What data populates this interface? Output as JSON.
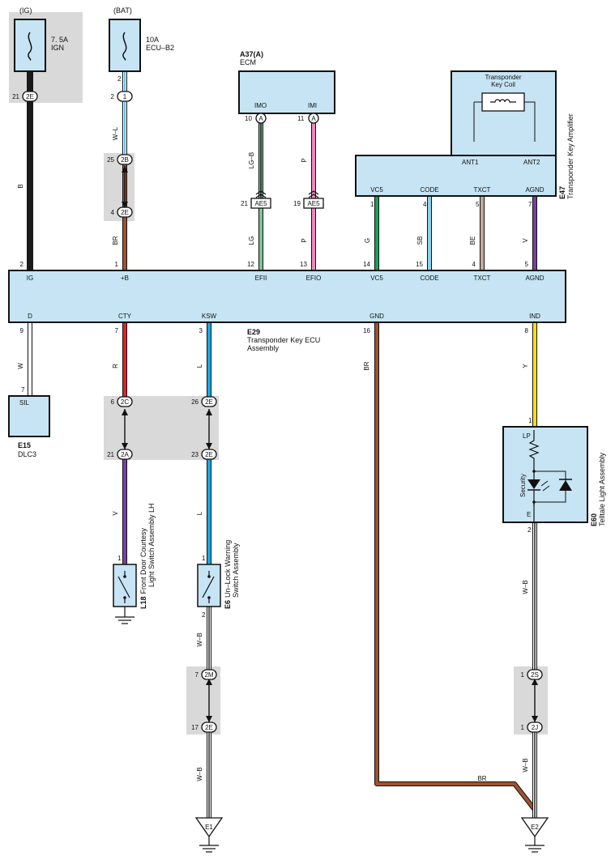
{
  "sources": {
    "ig": {
      "label": "(IG)",
      "fuse": "7. 5A",
      "name": "IGN"
    },
    "bat": {
      "label": "(BAT)",
      "fuse": "10A",
      "name": "ECU–B2"
    }
  },
  "ecm": {
    "code": "A37(A)",
    "name": "ECM",
    "imo": "IMO",
    "imi": "IMI",
    "pin_imo": "10",
    "pin_imi": "11",
    "conn": "A"
  },
  "amp": {
    "code": "E47",
    "name": "Transponder Key Amplifier",
    "coil": "Transponder\nKey Coil",
    "ant1": "ANT1",
    "ant2": "ANT2",
    "terms": [
      "VC5",
      "CODE",
      "TXCT",
      "AGND"
    ],
    "pins": [
      "1",
      "4",
      "5",
      "7"
    ]
  },
  "ecu": {
    "code": "E29",
    "name": "Transponder Key ECU\nAssembly",
    "top_terms": [
      "IG",
      "+B",
      "EFII",
      "EFIO",
      "VC5",
      "CODE",
      "TXCT",
      "AGND"
    ],
    "top_pins": [
      "2",
      "1",
      "12",
      "13",
      "14",
      "15",
      "4",
      "5"
    ],
    "bot_terms": [
      "D",
      "CTY",
      "KSW",
      "GND",
      "IND"
    ],
    "bot_pins": [
      "9",
      "7",
      "3",
      "16",
      "8"
    ]
  },
  "wires": {
    "ig": "B",
    "bat_upper": "W–L",
    "bat_lower": "BR",
    "imo_upper": "LG–B",
    "imo_lower": "LG",
    "imi_upper": "P",
    "imi_lower": "P",
    "vc5": "G",
    "code": "SB",
    "txct": "BE",
    "agnd": "V",
    "d": "W",
    "cty_upper": "R",
    "cty_lower": "V",
    "ksw_upper": "L",
    "ksw_lower": "L",
    "gnd": "BR",
    "gnd_h": "BR",
    "ind": "Y",
    "e6_out": "W–B",
    "e6_gnd": "W–B",
    "e60_out": "W–B",
    "e60_gnd": "W–B"
  },
  "connectors": {
    "c2e_ig": {
      "id": "2E",
      "pin": "21"
    },
    "c1_bat": {
      "id": "1",
      "pin": "2"
    },
    "c2b": {
      "id": "2B",
      "pin": "25"
    },
    "c2e_bat": {
      "id": "2E",
      "pin": "4"
    },
    "ae5_a": {
      "id": "AE5",
      "pin": "21"
    },
    "ae5_b": {
      "id": "AE5",
      "pin": "19"
    },
    "c2c": {
      "id": "2C",
      "pin": "6"
    },
    "c2a": {
      "id": "2A",
      "pin": "21"
    },
    "c2e_a": {
      "id": "2E",
      "pin": "26"
    },
    "c2e_b": {
      "id": "2E",
      "pin": "23"
    },
    "c2m": {
      "id": "2M",
      "pin": "7"
    },
    "c2e_c": {
      "id": "2E",
      "pin": "17"
    },
    "c2s": {
      "id": "2S",
      "pin": "1"
    },
    "c2j": {
      "id": "2J",
      "pin": "1"
    }
  },
  "dlc": {
    "code": "E15",
    "name": "DLC3",
    "term": "SIL",
    "pin": "7"
  },
  "l18": {
    "code": "L18",
    "name": "Front Door Courtesy\nLight Switch Assembly LH",
    "pin": "1"
  },
  "e6": {
    "code": "E6",
    "name": "Un–Lock Warning\nSwitch Assembly",
    "pin_top": "1",
    "pin_bot": "2"
  },
  "e60": {
    "code": "E60",
    "name": "Telltale Light Assembly",
    "lp": "LP",
    "e": "E",
    "security": "Security",
    "pin_top": "1",
    "pin_bot": "2"
  },
  "grounds": {
    "e1": "E1",
    "e2": "E2"
  },
  "colors": {
    "black": "#1a1a1a",
    "white": "#ffffff",
    "brown": "#a0522d",
    "lightgreen": "#7dc49a",
    "pink": "#ee88c0",
    "green": "#14a35a",
    "skyblue": "#8fd2ee",
    "beige": "#c4ac98",
    "violet": "#7b3fa0",
    "red": "#e41e26",
    "blue": "#1aa7e6",
    "yellow": "#ffe000",
    "box": "#c6e4f3",
    "shade": "#d9d9d9"
  }
}
